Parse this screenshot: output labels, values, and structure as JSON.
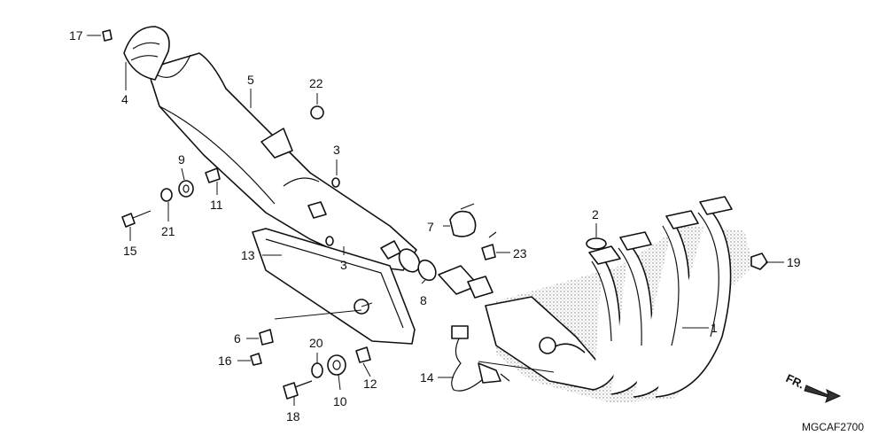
{
  "diagram": {
    "code": "MGCAF2700",
    "direction_label": "FR.",
    "callouts": {
      "p1": "1",
      "p2": "2",
      "p3a": "3",
      "p3b": "3",
      "p4": "4",
      "p5": "5",
      "p6": "6",
      "p7": "7",
      "p8": "8",
      "p9": "9",
      "p10": "10",
      "p11": "11",
      "p12": "12",
      "p13": "13",
      "p14": "14",
      "p15": "15",
      "p16": "16",
      "p17": "17",
      "p18": "18",
      "p19": "19",
      "p20": "20",
      "p21": "21",
      "p22": "22",
      "p23": "23"
    }
  }
}
